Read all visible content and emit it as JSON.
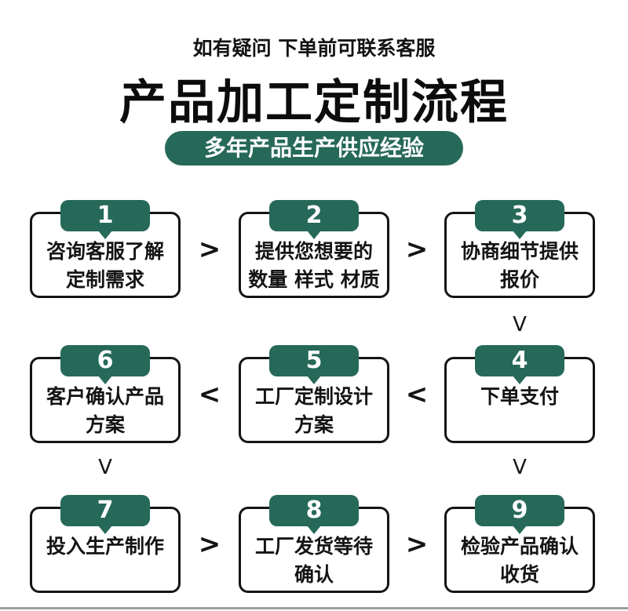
{
  "header": {
    "note": "如有疑问 下单前可联系客服",
    "title": "产品加工定制流程",
    "badge": "多年产品生产供应经验"
  },
  "flow": {
    "steps": [
      {
        "num": "1",
        "lines": [
          "咨询客服了解",
          "定制需求"
        ]
      },
      {
        "num": "2",
        "lines": [
          "提供您想要的",
          "数量 样式 材质"
        ]
      },
      {
        "num": "3",
        "lines": [
          "协商细节提供",
          "报价"
        ]
      },
      {
        "num": "4",
        "lines": [
          "下单支付"
        ]
      },
      {
        "num": "5",
        "lines": [
          "工厂定制设计",
          "方案"
        ]
      },
      {
        "num": "6",
        "lines": [
          "客户确认产品",
          "方案"
        ]
      },
      {
        "num": "7",
        "lines": [
          "投入生产制作"
        ]
      },
      {
        "num": "8",
        "lines": [
          "工厂发货等待",
          "确认"
        ]
      },
      {
        "num": "9",
        "lines": [
          "检验产品确认",
          "收货"
        ]
      }
    ],
    "arrows": {
      "right": ">",
      "left": "<",
      "down": "V"
    }
  },
  "colors": {
    "accent_green": "#266959",
    "ink": "#141414",
    "divider_gray": "#9e9e9e"
  }
}
